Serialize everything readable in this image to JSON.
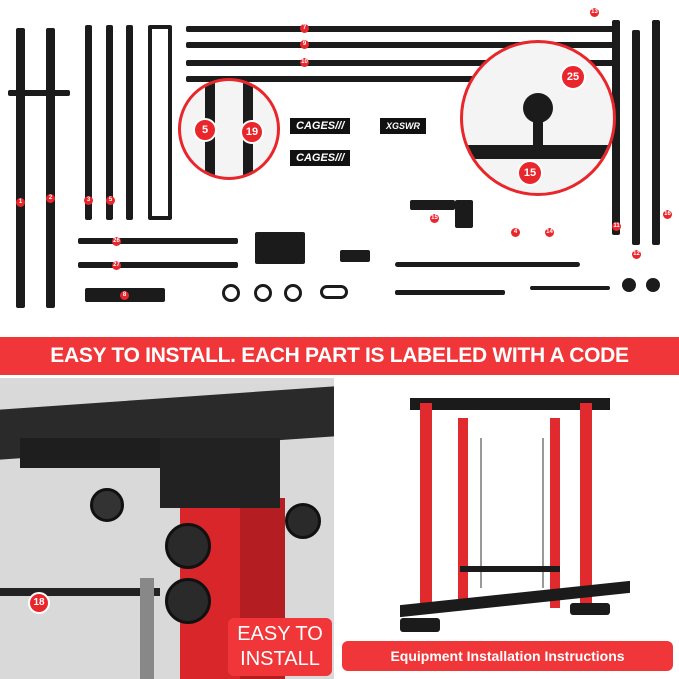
{
  "parts_panel": {
    "plate_text": "CAGES///",
    "brand_logo": "XGSWR",
    "magnifier_labels": [
      "5",
      "19",
      "25",
      "15"
    ],
    "part_tags": [
      "1",
      "2",
      "3",
      "5",
      "7",
      "9",
      "10",
      "13",
      "16",
      "11",
      "12",
      "26",
      "27",
      "8",
      "4",
      "14",
      "15"
    ]
  },
  "banner": {
    "text": "EASY TO INSTALL.  EACH PART IS LABELED WITH A CODE"
  },
  "closeup_panel": {
    "badge_line1": "EASY TO",
    "badge_line2": "INSTALL",
    "part_tag": "18"
  },
  "rack_panel": {
    "caption": "Equipment Installation Instructions"
  },
  "colors": {
    "accent": "#f03638",
    "frame": "#1b1b1b"
  }
}
